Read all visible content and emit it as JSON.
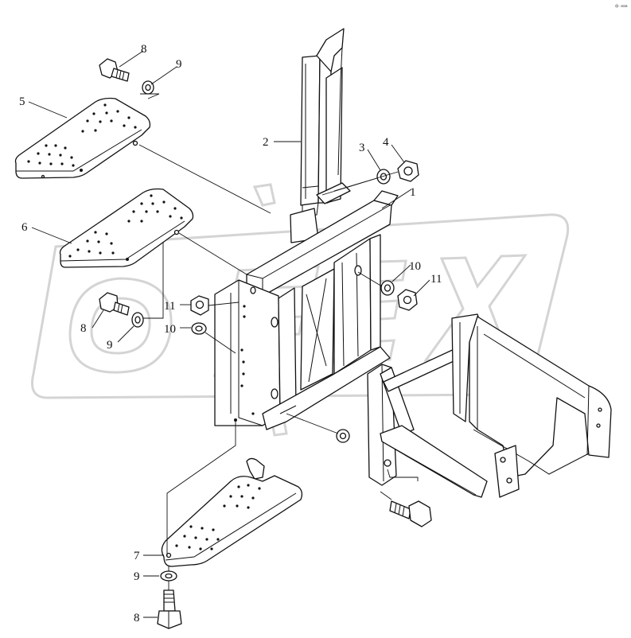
{
  "corner_mark": "ф- ааа",
  "watermark": "OREX",
  "callouts": [
    {
      "id": "c1",
      "label": "1"
    },
    {
      "id": "c2",
      "label": "2"
    },
    {
      "id": "c3",
      "label": "3"
    },
    {
      "id": "c4",
      "label": "4"
    },
    {
      "id": "c5",
      "label": "5"
    },
    {
      "id": "c6",
      "label": "6"
    },
    {
      "id": "c7",
      "label": "7"
    },
    {
      "id": "c8a",
      "label": "8"
    },
    {
      "id": "c8b",
      "label": "8"
    },
    {
      "id": "c8c",
      "label": "8"
    },
    {
      "id": "c9a",
      "label": "9"
    },
    {
      "id": "c9b",
      "label": "9"
    },
    {
      "id": "c9c",
      "label": "9"
    },
    {
      "id": "c10a",
      "label": "10"
    },
    {
      "id": "c10b",
      "label": "10"
    },
    {
      "id": "c11a",
      "label": "11"
    },
    {
      "id": "c11b",
      "label": "11"
    }
  ]
}
